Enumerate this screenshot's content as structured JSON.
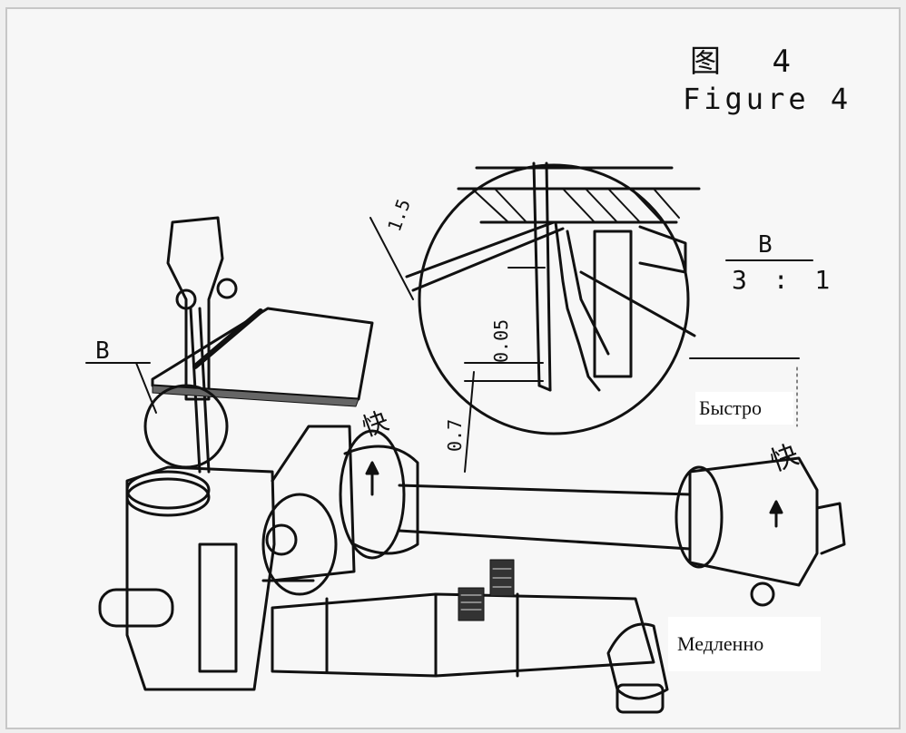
{
  "figure": {
    "title_cn": "图 4",
    "title_en": "Figure 4"
  },
  "detail": {
    "id": "B",
    "scale": "3 : 1"
  },
  "reference_label": "B",
  "dimensions": {
    "d1": "1.5",
    "d2": "0.05",
    "d3": "0.7"
  },
  "direction_marks": {
    "fast_cn": "快"
  },
  "captions": {
    "fast": "Быстро",
    "slow": "Медленно"
  }
}
